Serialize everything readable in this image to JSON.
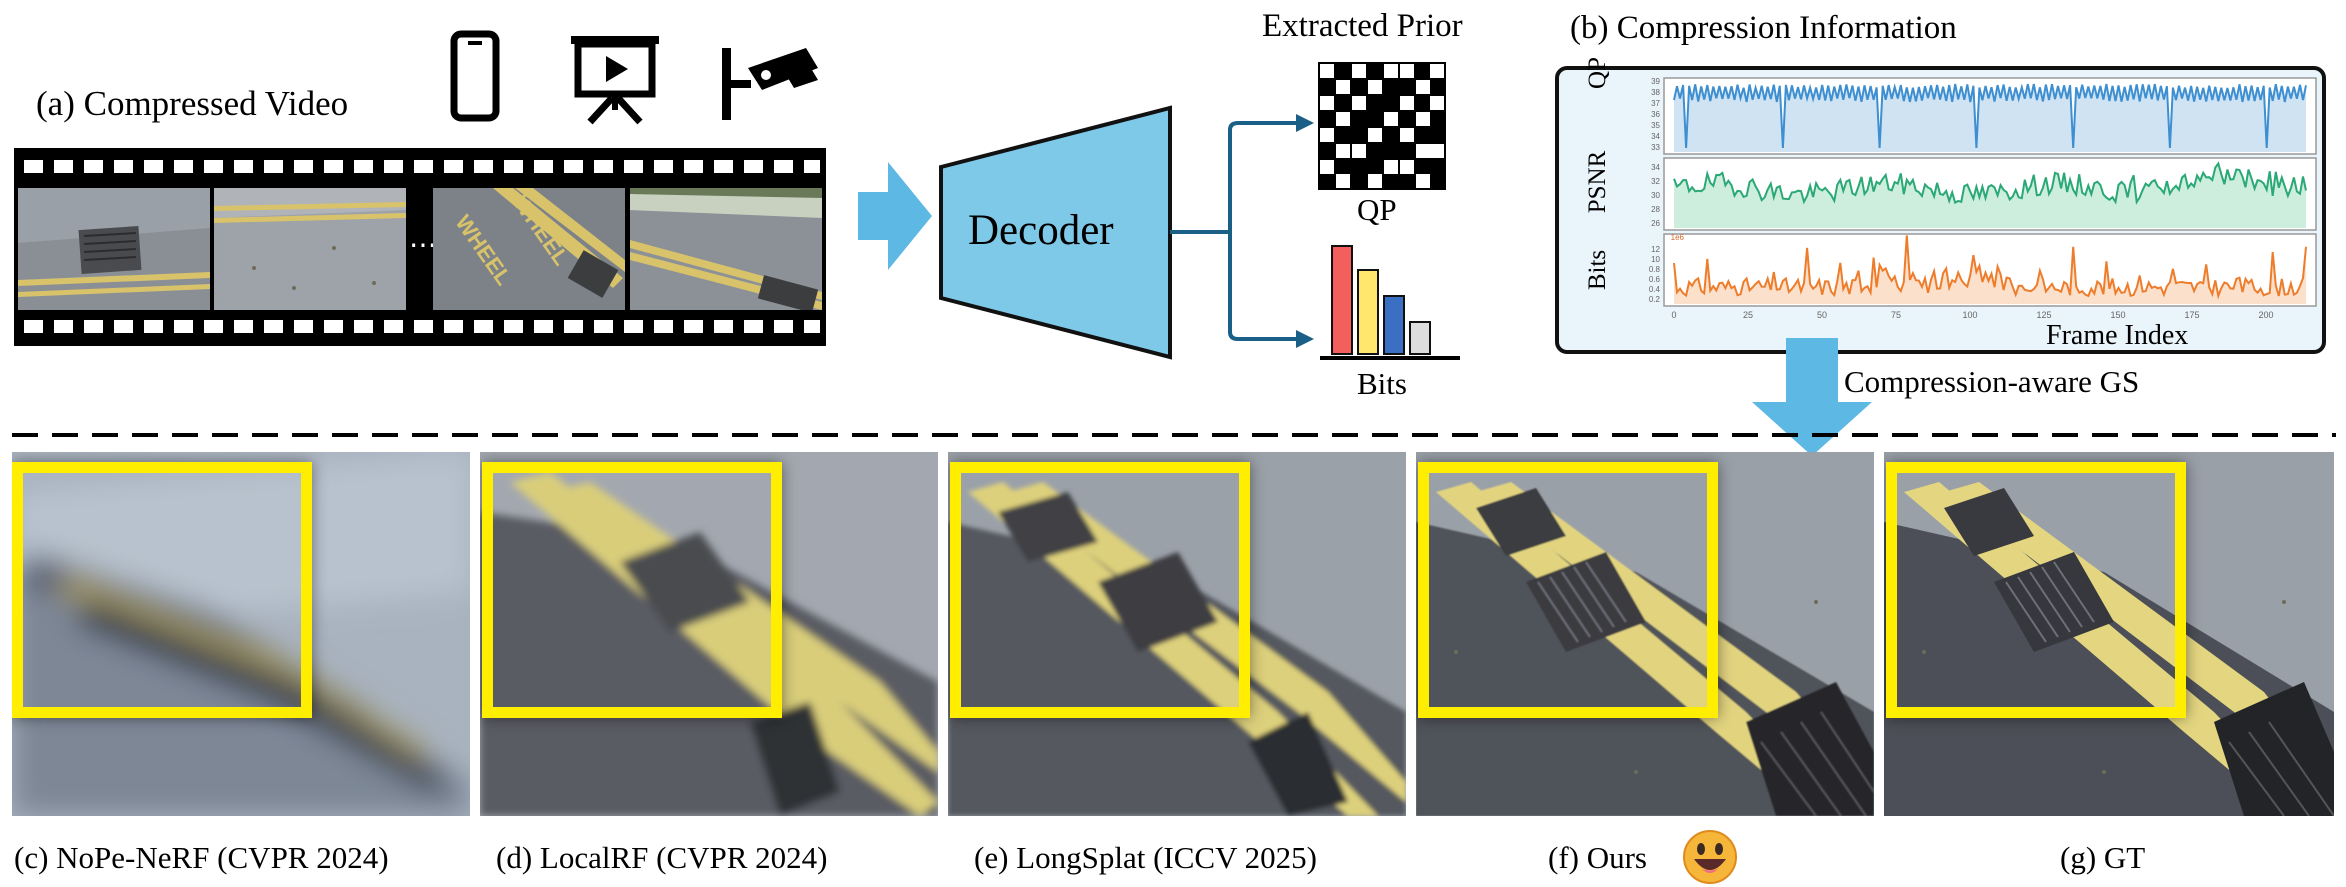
{
  "compressed_video": {
    "label": "(a) Compressed Video",
    "ellipsis": "⋯",
    "device_icons": [
      "smartphone-icon",
      "presentation-icon",
      "security-camera-icon"
    ]
  },
  "decoder": {
    "label": "Decoder"
  },
  "prior": {
    "title": "Extracted Prior",
    "qp_label": "QP",
    "bits_label": "Bits",
    "bar_colors": [
      "#f25f5c",
      "#ffe66d",
      "#3a6fc4",
      "#dddddd"
    ]
  },
  "compression_info": {
    "title": "(b) Compression Information",
    "rows": [
      {
        "label": "QP",
        "ticks": [
          "39",
          "38",
          "37",
          "36",
          "35",
          "34",
          "33"
        ],
        "color": "#3d8fd1",
        "fill": "#cfe3f2"
      },
      {
        "label": "PSNR",
        "ticks": [
          "34",
          "32",
          "30",
          "28",
          "26"
        ],
        "color": "#2aa876",
        "fill": "#cdeedd"
      },
      {
        "label": "Bits",
        "ticks": [
          "1e6",
          "12",
          "10",
          "0.8",
          "0.6",
          "0.4",
          "0.2"
        ],
        "color": "#ee7d2b",
        "fill": "#fbe0cc"
      }
    ],
    "x_ticks": [
      "0",
      "25",
      "50",
      "75",
      "100",
      "125",
      "150",
      "175",
      "200"
    ],
    "x_label": "Frame Index"
  },
  "arrow_label": "Compression-aware GS",
  "results": [
    {
      "label": "(c) NoPe-NeRF (CVPR 2024)"
    },
    {
      "label": "(d) LocalRF (CVPR 2024)"
    },
    {
      "label": "(e) LongSplat (ICCV 2025)"
    },
    {
      "label": "(f) Ours"
    },
    {
      "label": "(g) GT"
    }
  ]
}
